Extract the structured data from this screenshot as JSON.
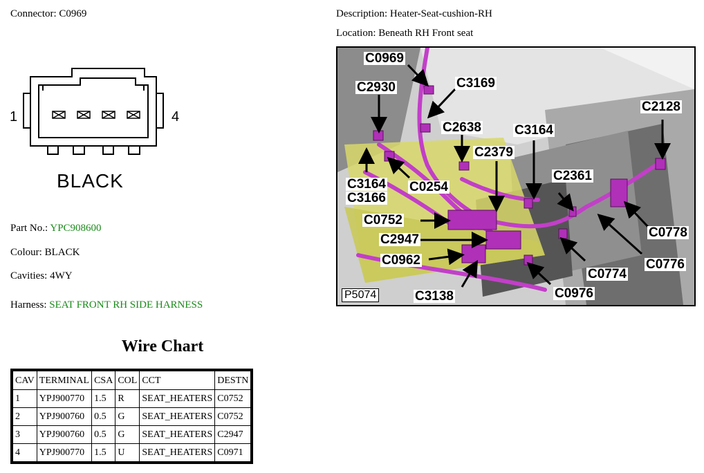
{
  "connector": {
    "label": "Connector: C0969",
    "pin_first": "1",
    "pin_last": "4",
    "color_text": "BLACK"
  },
  "info": {
    "part_label": "Part No.:",
    "part_value": "YPC908600",
    "colour_label": "Colour:",
    "colour_value": "BLACK",
    "cavities_label": "Cavities:",
    "cavities_value": "4WY",
    "harness_label": "Harness:",
    "harness_value": "SEAT FRONT RH SIDE HARNESS"
  },
  "header": {
    "description_label": "Description:",
    "description_value": "Heater-Seat-cushion-RH",
    "location_label": "Location:",
    "location_value": "Beneath RH Front seat"
  },
  "wire_chart": {
    "title": "Wire Chart",
    "headers": [
      "CAV",
      "TERMINAL",
      "CSA",
      "COL",
      "CCT",
      "DESTN"
    ],
    "rows": [
      [
        "1",
        "YPJ900770",
        "1.5",
        "R",
        "SEAT_HEATERS",
        "C0752"
      ],
      [
        "2",
        "YPJ900760",
        "0.5",
        "G",
        "SEAT_HEATERS",
        "C0752"
      ],
      [
        "3",
        "YPJ900760",
        "0.5",
        "G",
        "SEAT_HEATERS",
        "C2947"
      ],
      [
        "4",
        "YPJ900770",
        "1.5",
        "U",
        "SEAT_HEATERS",
        "C0971"
      ]
    ]
  },
  "photo": {
    "id": "P5074",
    "callouts": [
      "C0969",
      "C2930",
      "C3169",
      "C2638",
      "C3164",
      "C2128",
      "C2379",
      "C3164",
      "C3166",
      "C0254",
      "C2361",
      "C0752",
      "C2947",
      "C0962",
      "C3138",
      "C0976",
      "C0774",
      "C0776",
      "C0778"
    ]
  },
  "colors": {
    "green_text": "#1a8a1a",
    "harness_purple": "#c23fc8",
    "highlight_yellow": "#d8d86a"
  }
}
